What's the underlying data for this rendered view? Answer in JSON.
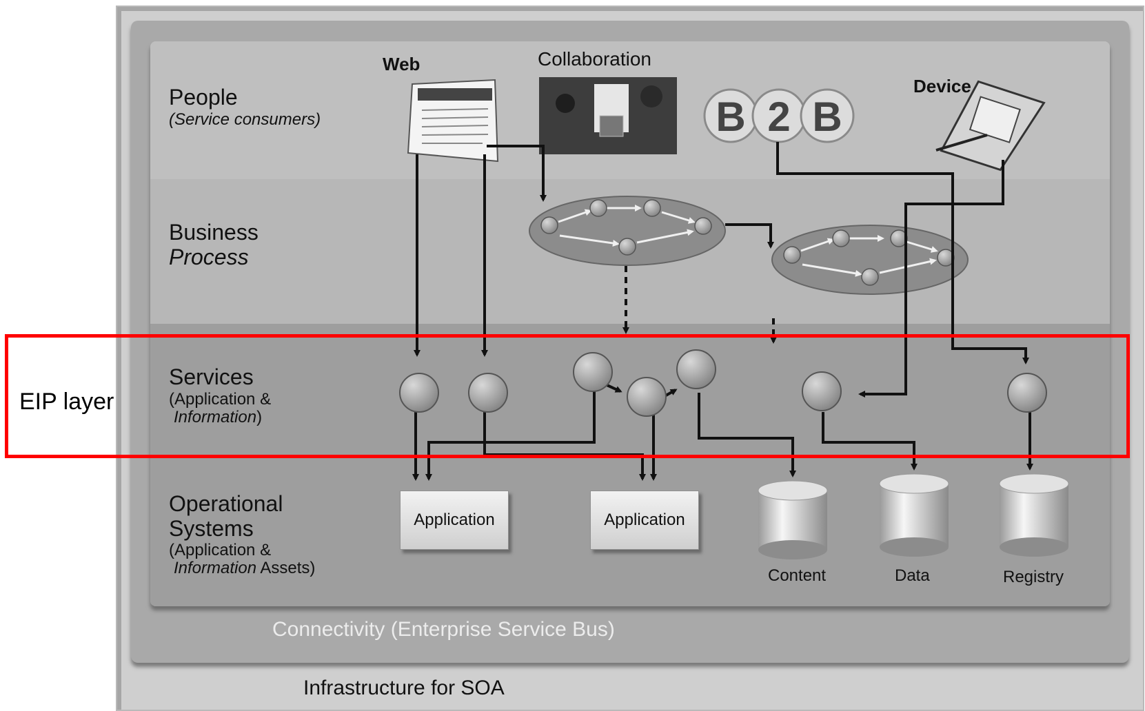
{
  "layers": {
    "people": {
      "title": "People",
      "subtitle": "(Service consumers)"
    },
    "business_process": {
      "line1": "Business",
      "line2": "Process"
    },
    "services": {
      "title": "Services",
      "sub1": "(Application &",
      "sub2_italic": "Information",
      "sub2_rest": ")"
    },
    "operational": {
      "line1": "Operational",
      "line2": "Systems",
      "sub1": "(Application &",
      "sub2_italic": "Information",
      "sub2_rest": " Assets)"
    }
  },
  "channels": {
    "web": "Web",
    "collaboration": "Collaboration",
    "b2b": "B2B",
    "device": "Device"
  },
  "b2b_letters": [
    "B",
    "2",
    "B"
  ],
  "apps": [
    "Application",
    "Application"
  ],
  "stores": [
    "Content",
    "Data",
    "Registry"
  ],
  "connectivity": "Connectivity (Enterprise Service Bus)",
  "infrastructure": "Infrastructure for SOA",
  "annotation": {
    "label": "EIP layer",
    "color": "#ff0000"
  }
}
